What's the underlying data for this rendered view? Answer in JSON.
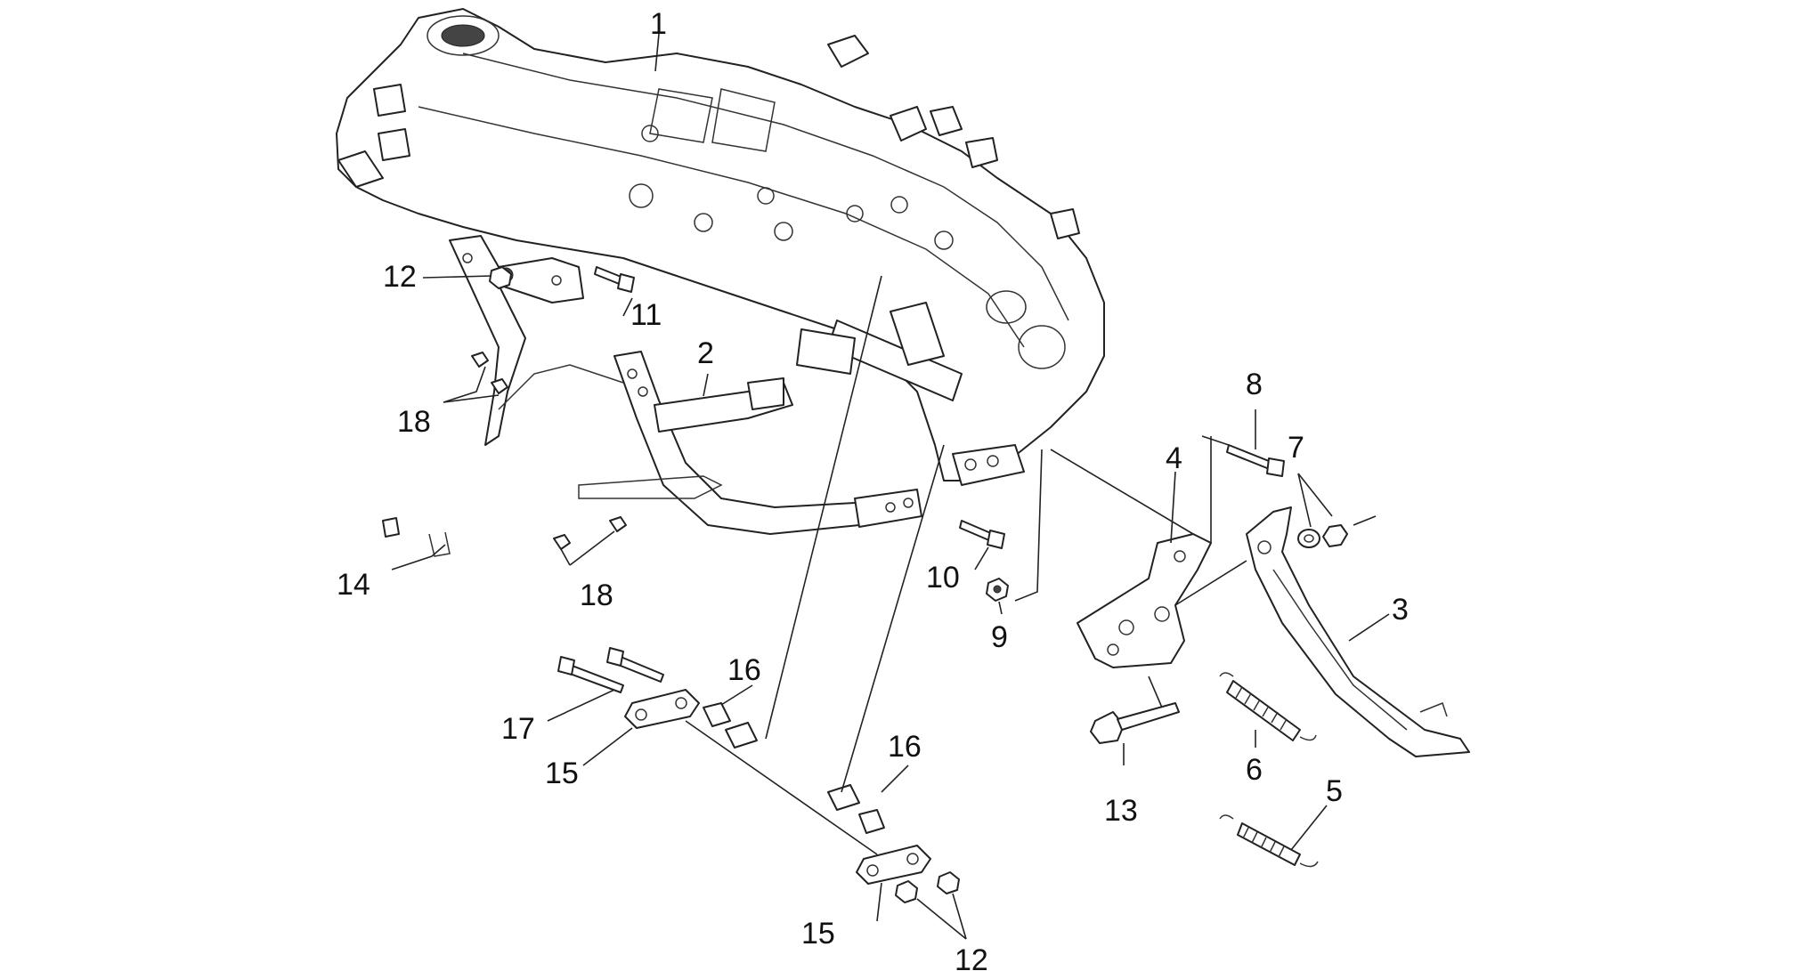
{
  "callouts": {
    "c1": "1",
    "c2": "2",
    "c3": "3",
    "c4": "4",
    "c5": "5",
    "c6": "6",
    "c7": "7",
    "c8": "8",
    "c9": "9",
    "c10": "10",
    "c11": "11",
    "c12a": "12",
    "c12b": "12",
    "c13": "13",
    "c14": "14",
    "c15a": "15",
    "c15b": "15",
    "c16a": "16",
    "c16b": "16",
    "c17": "17",
    "c18a": "18",
    "c18b": "18"
  }
}
